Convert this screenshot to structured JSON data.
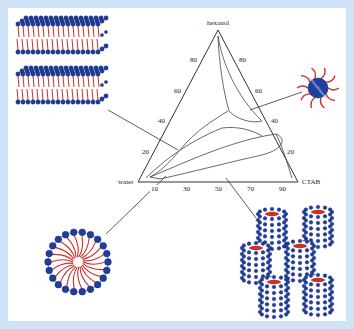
{
  "diagram": {
    "labels": [
      "hexanol",
      "water",
      "CTAB",
      "20",
      "40",
      "60",
      "80",
      "20",
      "40",
      "60",
      "80",
      "10",
      "30",
      "50",
      "70",
      "90"
    ]
  }
}
